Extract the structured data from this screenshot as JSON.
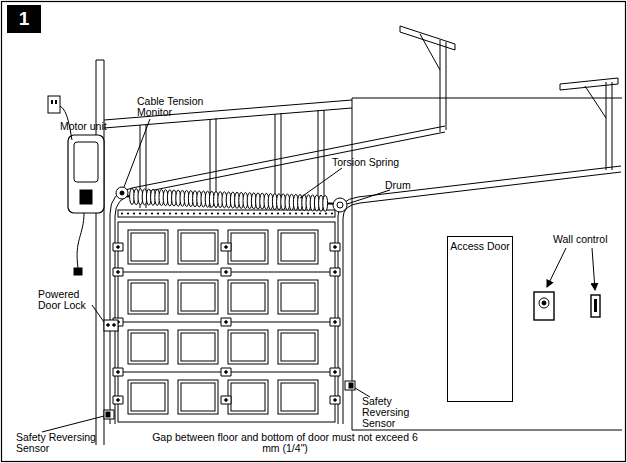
{
  "diagram": {
    "nodes": [
      {
        "text": [
          "1"
        ]
      },
      {
        "text": [
          "Access Door"
        ]
      }
    ],
    "labels": [
      "Motor unit",
      "Cable Tension Monitor",
      "Torsion Spring",
      "Drum",
      "Wall control",
      "Powered Door Lock",
      "Safety Reversing Sensor",
      "Safety Reversing Sensor",
      "Gap between floor and bottom of door must not exceed 6 mm (1/4\")"
    ]
  }
}
